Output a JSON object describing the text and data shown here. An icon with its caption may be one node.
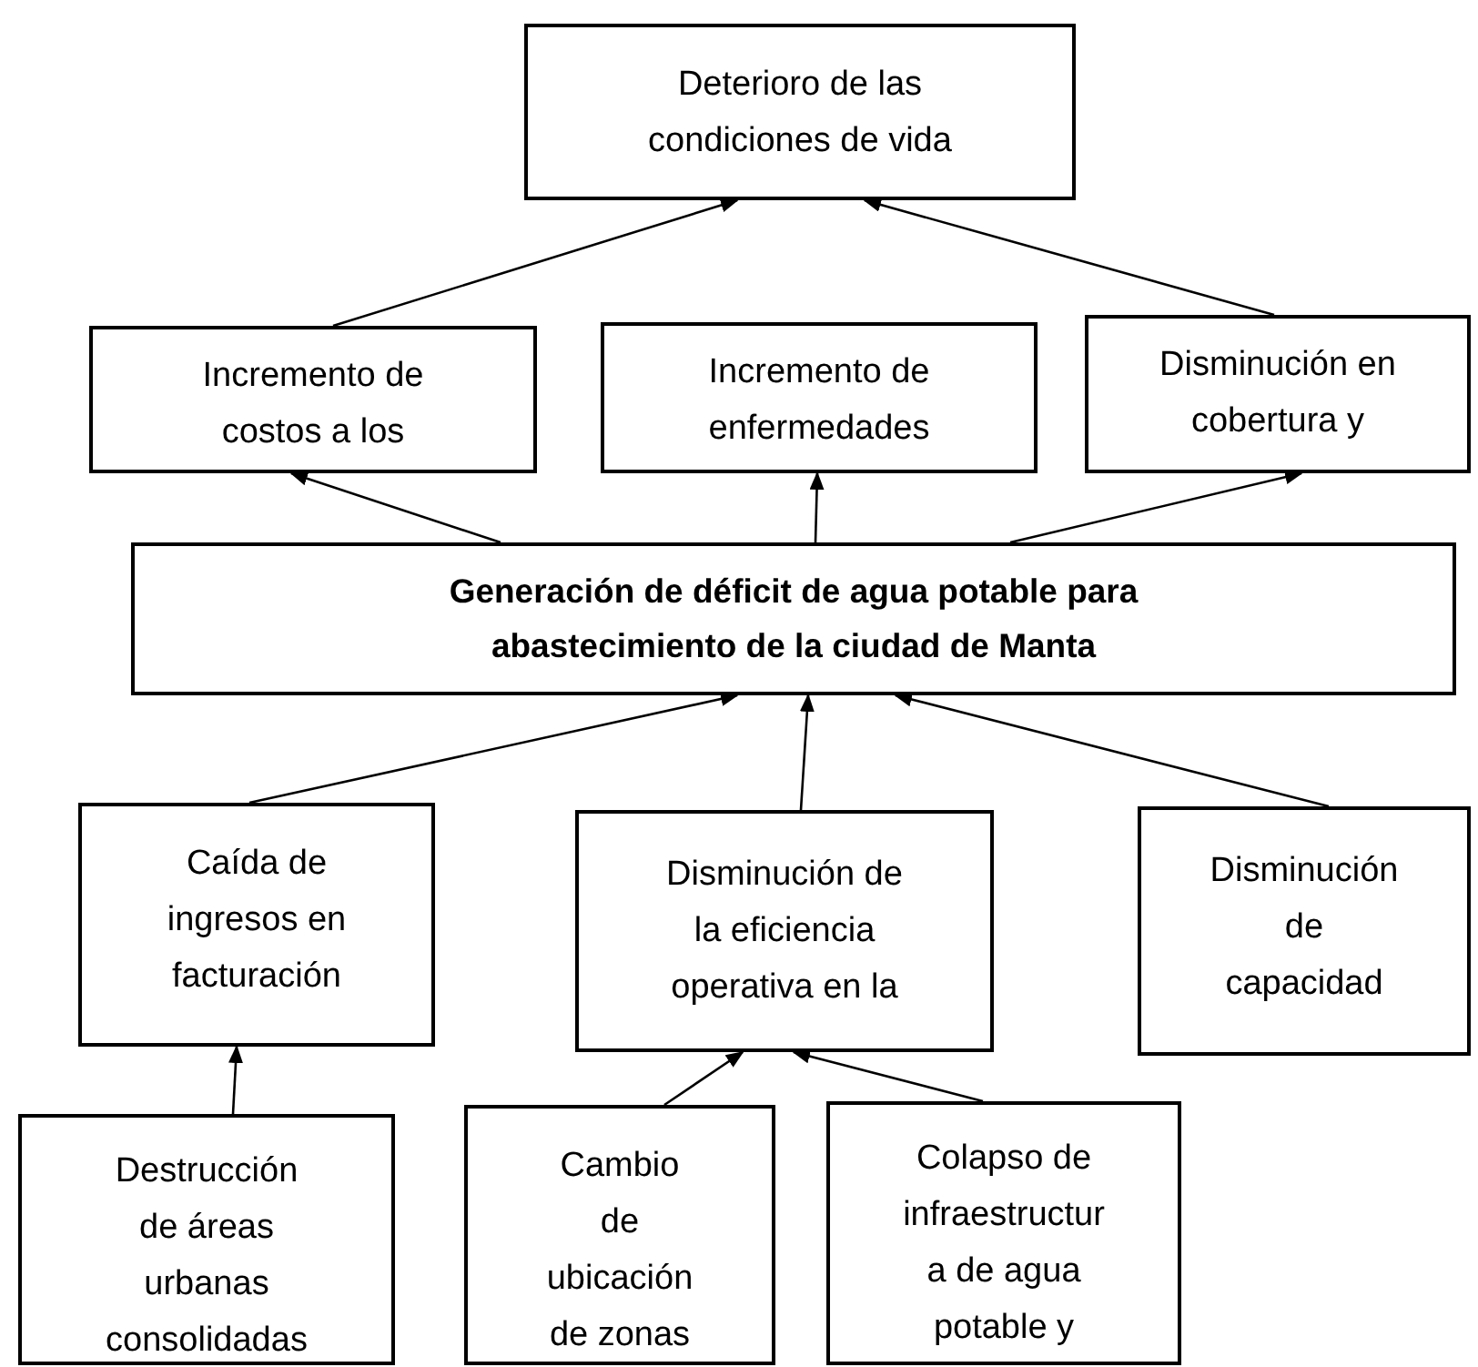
{
  "diagram": {
    "nodes": [
      {
        "text": [
          "Deterioro de las condiciones de vida"
        ]
      },
      {
        "text": [
          "Incremento de costos a los"
        ]
      },
      {
        "text": [
          "Incremento de enfermedades"
        ]
      },
      {
        "text": [
          "Disminución en cobertura y"
        ]
      },
      {
        "text": [
          "Generación de déficit de agua potable para abastecimiento de la ciudad de Manta"
        ]
      },
      {
        "text": [
          "Caída de ingresos en facturación"
        ]
      },
      {
        "text": [
          "Disminución de la eficiencia operativa en la"
        ]
      },
      {
        "text": [
          "Disminución de capacidad"
        ]
      },
      {
        "text": [
          "Destrucción de áreas urbanas consolidadas"
        ]
      },
      {
        "text": [
          "Cambio de ubicación de zonas"
        ]
      },
      {
        "text": [
          "Colapso de infraestructura de agua potable y"
        ]
      }
    ],
    "edges": [
      {
        "from": 1,
        "to": 0,
        "arrow": "to"
      },
      {
        "from": 3,
        "to": 0,
        "arrow": "to"
      },
      {
        "from": 4,
        "to": 1,
        "arrow": "to"
      },
      {
        "from": 4,
        "to": 2,
        "arrow": "to"
      },
      {
        "from": 4,
        "to": 3,
        "arrow": "to"
      },
      {
        "from": 5,
        "to": 4,
        "arrow": "to"
      },
      {
        "from": 6,
        "to": 4,
        "arrow": "to"
      },
      {
        "from": 7,
        "to": 4,
        "arrow": "to"
      },
      {
        "from": 8,
        "to": 5,
        "arrow": "to"
      },
      {
        "from": 9,
        "to": 6,
        "arrow": "to"
      },
      {
        "from": 10,
        "to": 6,
        "arrow": "to"
      }
    ]
  }
}
